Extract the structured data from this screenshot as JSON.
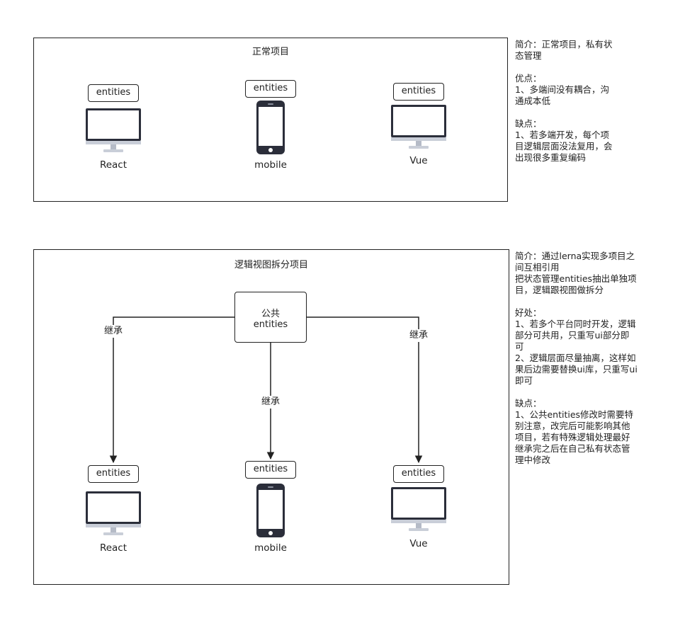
{
  "top_panel": {
    "title": "正常项目",
    "tags": [
      "entities",
      "entities",
      "entities"
    ],
    "captions": [
      "React",
      "mobile",
      "Vue"
    ],
    "icons": [
      "desktop-monitor",
      "mobile-phone",
      "desktop-monitor"
    ]
  },
  "bottom_panel": {
    "title": "逻辑视图拆分项目",
    "common_box": {
      "line1": "公共",
      "line2": "entities"
    },
    "edge_labels": [
      "继承",
      "继承",
      "继承"
    ],
    "tags": [
      "entities",
      "entities",
      "entities"
    ],
    "captions": [
      "React",
      "mobile",
      "Vue"
    ],
    "icons": [
      "desktop-monitor",
      "mobile-phone",
      "desktop-monitor"
    ]
  },
  "notes": {
    "top": "简介：正常项目，私有状\n态管理\n\n优点：\n1、多端间没有耦合，沟\n通成本低\n\n缺点：\n1、若多端开发，每个项\n目逻辑层面没法复用，会\n出现很多重复编码",
    "bottom": "简介：通过lerna实现多项目之\n间互相引用\n把状态管理entities抽出单独项\n目，逻辑跟视图做拆分\n\n好处：\n1、若多个平台同时开发，逻辑\n部分可共用，只重写ui部分即\n可\n2、逻辑层面尽量抽离，这样如\n果后边需要替换ui库，只重写ui\n即可\n\n缺点：\n1、公共entities修改时需要特\n别注意，改完后可能影响其他\n项目，若有特殊逻辑处理最好\n继承完之后在自己私有状态管\n理中修改"
  }
}
